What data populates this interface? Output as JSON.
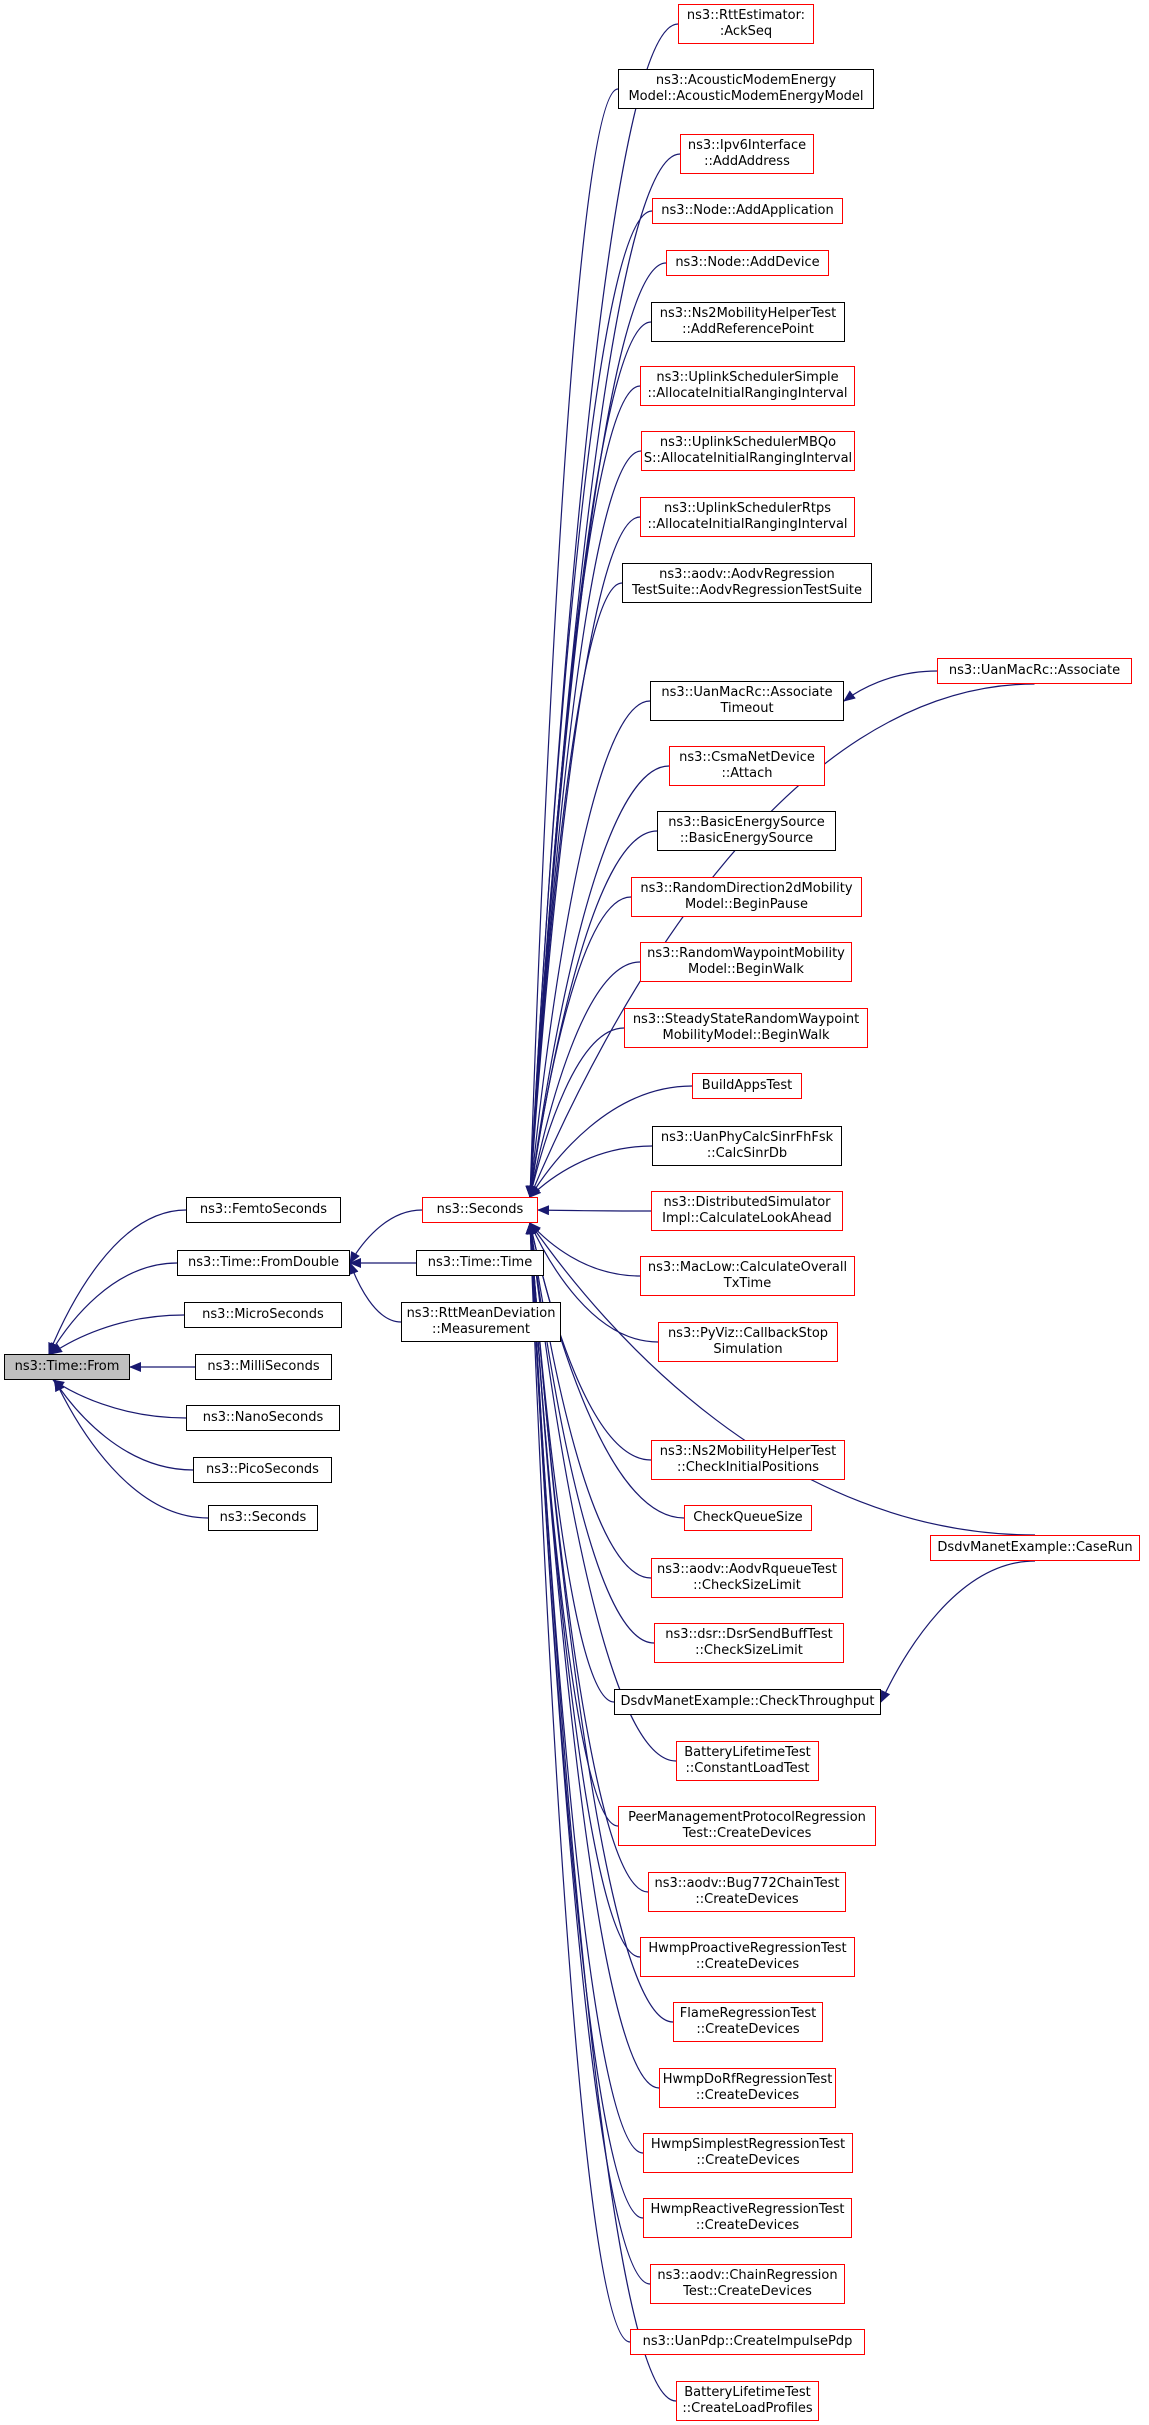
{
  "colors": {
    "edge": "#191970",
    "ref_border": "#ff0000",
    "plain_border": "#000000",
    "selected_fill": "#bfbfbf"
  },
  "nodes": {
    "time_from": {
      "lines": [
        "ns3::Time::From"
      ]
    },
    "femtoseconds": {
      "lines": [
        "ns3::FemtoSeconds"
      ]
    },
    "from_double": {
      "lines": [
        "ns3::Time::FromDouble"
      ]
    },
    "microseconds": {
      "lines": [
        "ns3::MicroSeconds"
      ]
    },
    "milliseconds": {
      "lines": [
        "ns3::MilliSeconds"
      ]
    },
    "nanoseconds": {
      "lines": [
        "ns3::NanoSeconds"
      ]
    },
    "picoseconds": {
      "lines": [
        "ns3::PicoSeconds"
      ]
    },
    "seconds_left": {
      "lines": [
        "ns3::Seconds"
      ]
    },
    "seconds": {
      "lines": [
        "ns3::Seconds"
      ]
    },
    "time_time": {
      "lines": [
        "ns3::Time::Time"
      ]
    },
    "rtt_mean": {
      "lines": [
        "ns3::RttMeanDeviation",
        "::Measurement"
      ]
    },
    "ackseq": {
      "lines": [
        "ns3::RttEstimator:",
        ":AckSeq"
      ]
    },
    "acoustic": {
      "lines": [
        "ns3::AcousticModemEnergy",
        "Model::AcousticModemEnergyModel"
      ]
    },
    "ipv6_addaddr": {
      "lines": [
        "ns3::Ipv6Interface",
        "::AddAddress"
      ]
    },
    "node_addapp": {
      "lines": [
        "ns3::Node::AddApplication"
      ]
    },
    "node_adddev": {
      "lines": [
        "ns3::Node::AddDevice"
      ]
    },
    "ns2_addref": {
      "lines": [
        "ns3::Ns2MobilityHelperTest",
        "::AddReferencePoint"
      ]
    },
    "uplink_simple": {
      "lines": [
        "ns3::UplinkSchedulerSimple",
        "::AllocateInitialRangingInterval"
      ]
    },
    "uplink_mbqos": {
      "lines": [
        "ns3::UplinkSchedulerMBQo",
        "S::AllocateInitialRangingInterval"
      ]
    },
    "uplink_rtps": {
      "lines": [
        "ns3::UplinkSchedulerRtps",
        "::AllocateInitialRangingInterval"
      ]
    },
    "aodv_regsuite": {
      "lines": [
        "ns3::aodv::AodvRegression",
        "TestSuite::AodvRegressionTestSuite"
      ]
    },
    "uanmac_assoc_timeout": {
      "lines": [
        "ns3::UanMacRc::Associate",
        "Timeout"
      ]
    },
    "uanmac_assoc": {
      "lines": [
        "ns3::UanMacRc::Associate"
      ]
    },
    "csma_attach": {
      "lines": [
        "ns3::CsmaNetDevice",
        "::Attach"
      ]
    },
    "basic_energy": {
      "lines": [
        "ns3::BasicEnergySource",
        "::BasicEnergySource"
      ]
    },
    "rand_dir_pause": {
      "lines": [
        "ns3::RandomDirection2dMobility",
        "Model::BeginPause"
      ]
    },
    "rand_wp_walk": {
      "lines": [
        "ns3::RandomWaypointMobility",
        "Model::BeginWalk"
      ]
    },
    "steady_walk": {
      "lines": [
        "ns3::SteadyStateRandomWaypoint",
        "MobilityModel::BeginWalk"
      ]
    },
    "build_apps": {
      "lines": [
        "BuildAppsTest"
      ]
    },
    "uanphy_calc": {
      "lines": [
        "ns3::UanPhyCalcSinrFhFsk",
        "::CalcSinrDb"
      ]
    },
    "dist_sim": {
      "lines": [
        "ns3::DistributedSimulator",
        "Impl::CalculateLookAhead"
      ]
    },
    "maclow_calc": {
      "lines": [
        "ns3::MacLow::CalculateOverall",
        "TxTime"
      ]
    },
    "pyviz_stop": {
      "lines": [
        "ns3::PyViz::CallbackStop",
        "Simulation"
      ]
    },
    "ns2_checkinit": {
      "lines": [
        "ns3::Ns2MobilityHelperTest",
        "::CheckInitialPositions"
      ]
    },
    "check_queue": {
      "lines": [
        "CheckQueueSize"
      ]
    },
    "aodv_rqueue": {
      "lines": [
        "ns3::aodv::AodvRqueueTest",
        "::CheckSizeLimit"
      ]
    },
    "dsr_sendbuff": {
      "lines": [
        "ns3::dsr::DsrSendBuffTest",
        "::CheckSizeLimit"
      ]
    },
    "dsdv_throughput": {
      "lines": [
        "DsdvManetExample::CheckThroughput"
      ]
    },
    "dsdv_caserun": {
      "lines": [
        "DsdvManetExample::CaseRun"
      ]
    },
    "battery_const": {
      "lines": [
        "BatteryLifetimeTest",
        "::ConstantLoadTest"
      ]
    },
    "peer_mgmt": {
      "lines": [
        "PeerManagementProtocolRegression",
        "Test::CreateDevices"
      ]
    },
    "aodv_bug772": {
      "lines": [
        "ns3::aodv::Bug772ChainTest",
        "::CreateDevices"
      ]
    },
    "hwmp_proactive": {
      "lines": [
        "HwmpProactiveRegressionTest",
        "::CreateDevices"
      ]
    },
    "flame_reg": {
      "lines": [
        "FlameRegressionTest",
        "::CreateDevices"
      ]
    },
    "hwmp_dorf": {
      "lines": [
        "HwmpDoRfRegressionTest",
        "::CreateDevices"
      ]
    },
    "hwmp_simplest": {
      "lines": [
        "HwmpSimplestRegressionTest",
        "::CreateDevices"
      ]
    },
    "hwmp_reactive": {
      "lines": [
        "HwmpReactiveRegressionTest",
        "::CreateDevices"
      ]
    },
    "aodv_chain": {
      "lines": [
        "ns3::aodv::ChainRegression",
        "Test::CreateDevices"
      ]
    },
    "uanpdp_impulse": {
      "lines": [
        "ns3::UanPdp::CreateImpulsePdp"
      ]
    },
    "battery_profiles": {
      "lines": [
        "BatteryLifetimeTest",
        "::CreateLoadProfiles"
      ]
    }
  }
}
